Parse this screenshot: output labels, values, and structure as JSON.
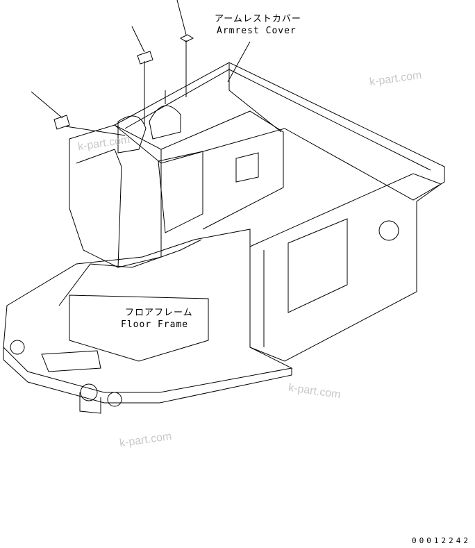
{
  "labels": {
    "armrest_cover_jp": "アームレストカバー",
    "armrest_cover_en": "Armrest Cover",
    "floor_frame_jp": "フロアフレーム",
    "floor_frame_en": "Floor Frame"
  },
  "watermarks": [
    "k-part.com",
    "k-part.com",
    "k-part.com",
    "k-part.com"
  ],
  "drawing_number": "00012242"
}
